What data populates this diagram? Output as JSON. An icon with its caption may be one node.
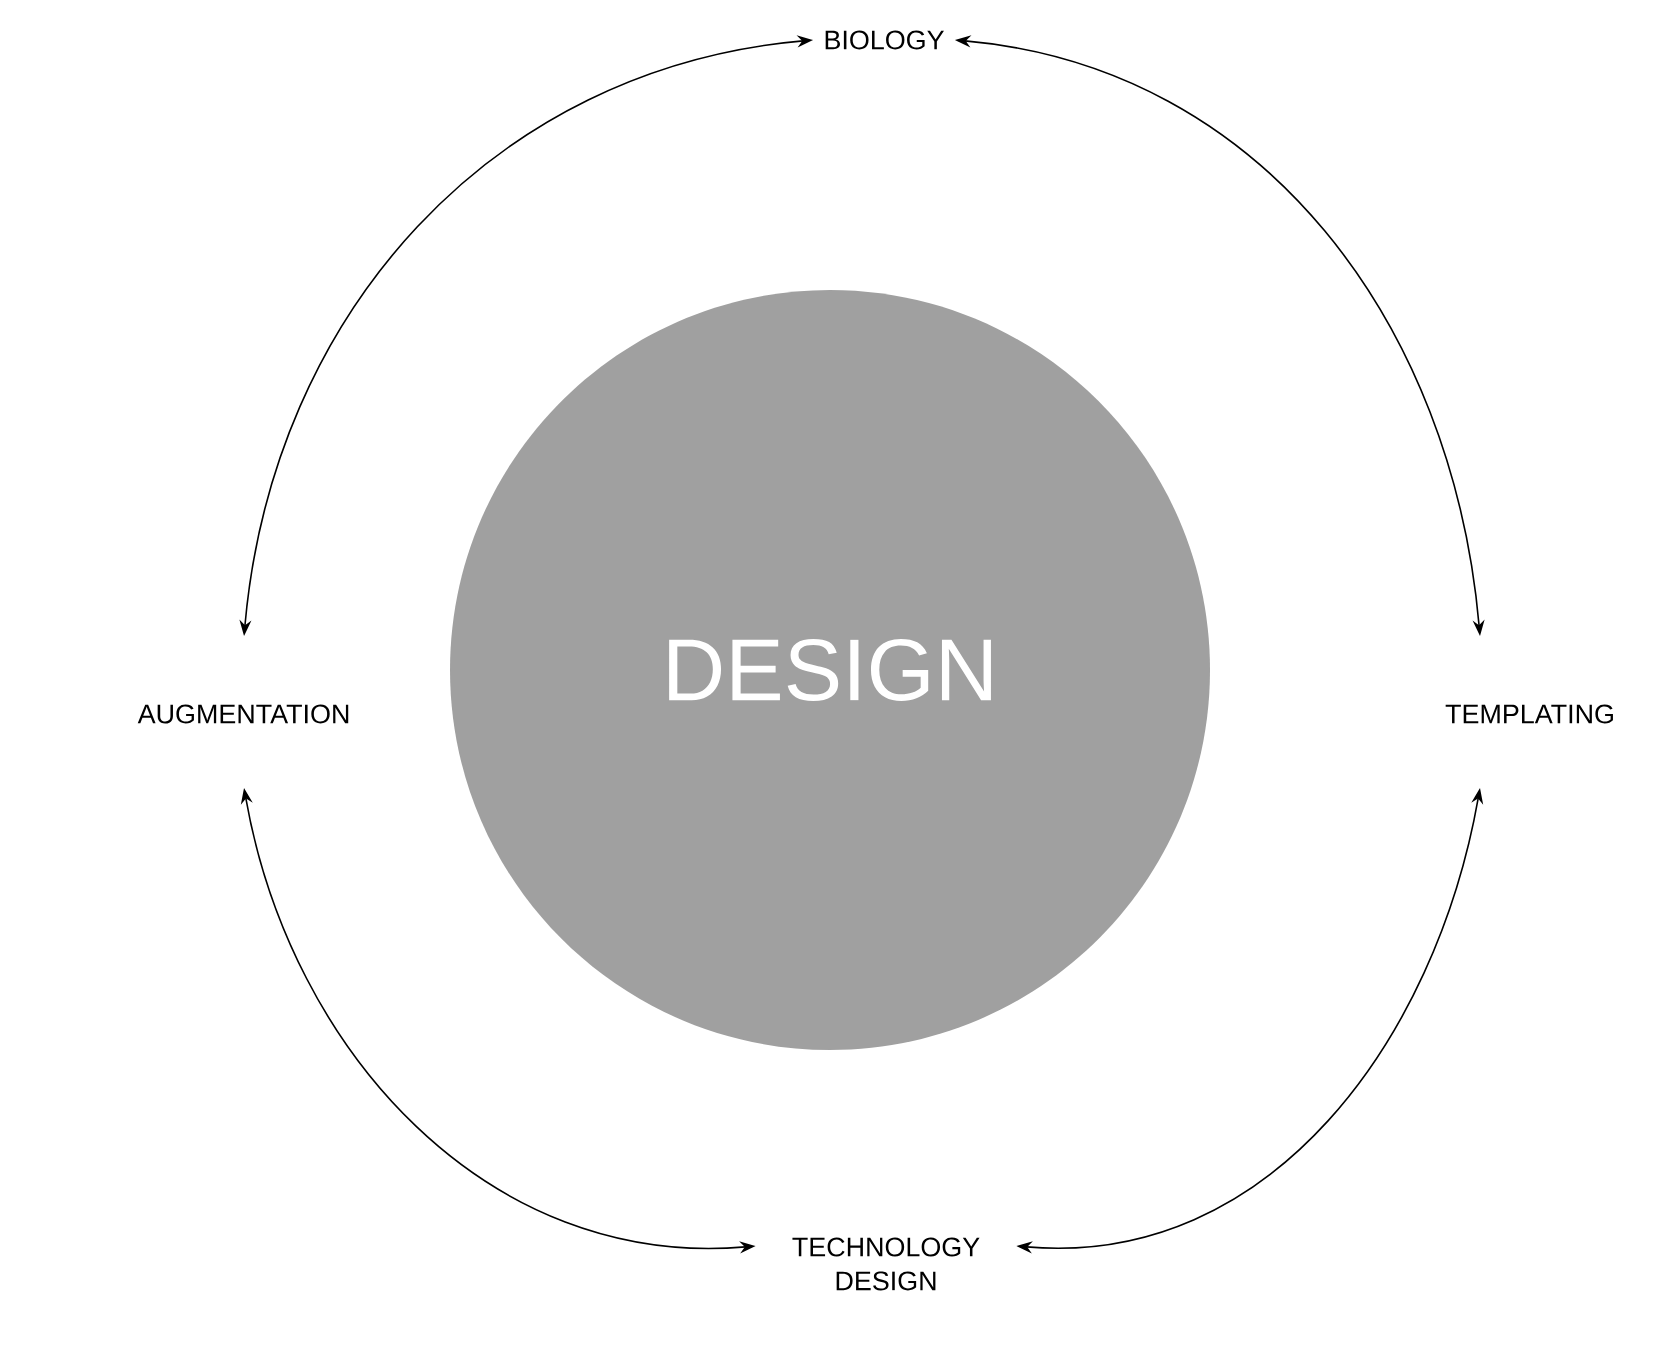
{
  "diagram": {
    "nodes": [
      {
        "text": [
          "BIOLOGY"
        ]
      },
      {
        "text": [
          "AUGMENTATION"
        ]
      },
      {
        "text": [
          "DESIGN"
        ]
      },
      {
        "text": [
          "TEMPLATING"
        ]
      },
      {
        "text": [
          "TECHNOLOGY DESIGN"
        ]
      }
    ],
    "edges": [
      {
        "from": 0,
        "to": 1,
        "arrow": "both"
      },
      {
        "from": 0,
        "to": 3,
        "arrow": "both"
      },
      {
        "from": 1,
        "to": 4,
        "arrow": "both"
      },
      {
        "from": 3,
        "to": 4,
        "arrow": "both"
      }
    ]
  }
}
